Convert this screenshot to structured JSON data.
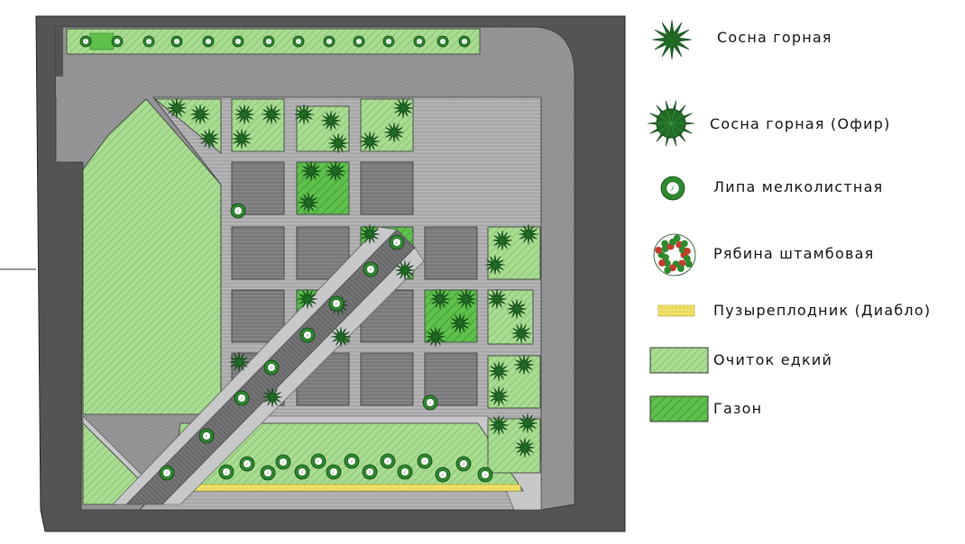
{
  "legend": [
    {
      "symbol": "pine-mugo",
      "label": "Сосна горная"
    },
    {
      "symbol": "pine-mugo-ophir",
      "label": "Сосна горная (Офир)"
    },
    {
      "symbol": "linden",
      "label": "Липа мелколистная"
    },
    {
      "symbol": "rowan",
      "label": "Рябина штамбовая"
    },
    {
      "symbol": "physocarpus",
      "label": "Пузыреплодник (Диабло)"
    },
    {
      "symbol": "sedum-hatch",
      "label": "Очиток едкий"
    },
    {
      "symbol": "lawn-hatch",
      "label": "Газон"
    }
  ],
  "colors": {
    "outer_paving": "#555557",
    "inner_paving": "#a7a7a9",
    "path": "#c8c8ca",
    "sedum": "#a6d98e",
    "lawn": "#5cbf4a",
    "tree_dark": "#1e6a1e",
    "tree_light": "#2f8f2f",
    "hedge": "#f1e36a"
  }
}
